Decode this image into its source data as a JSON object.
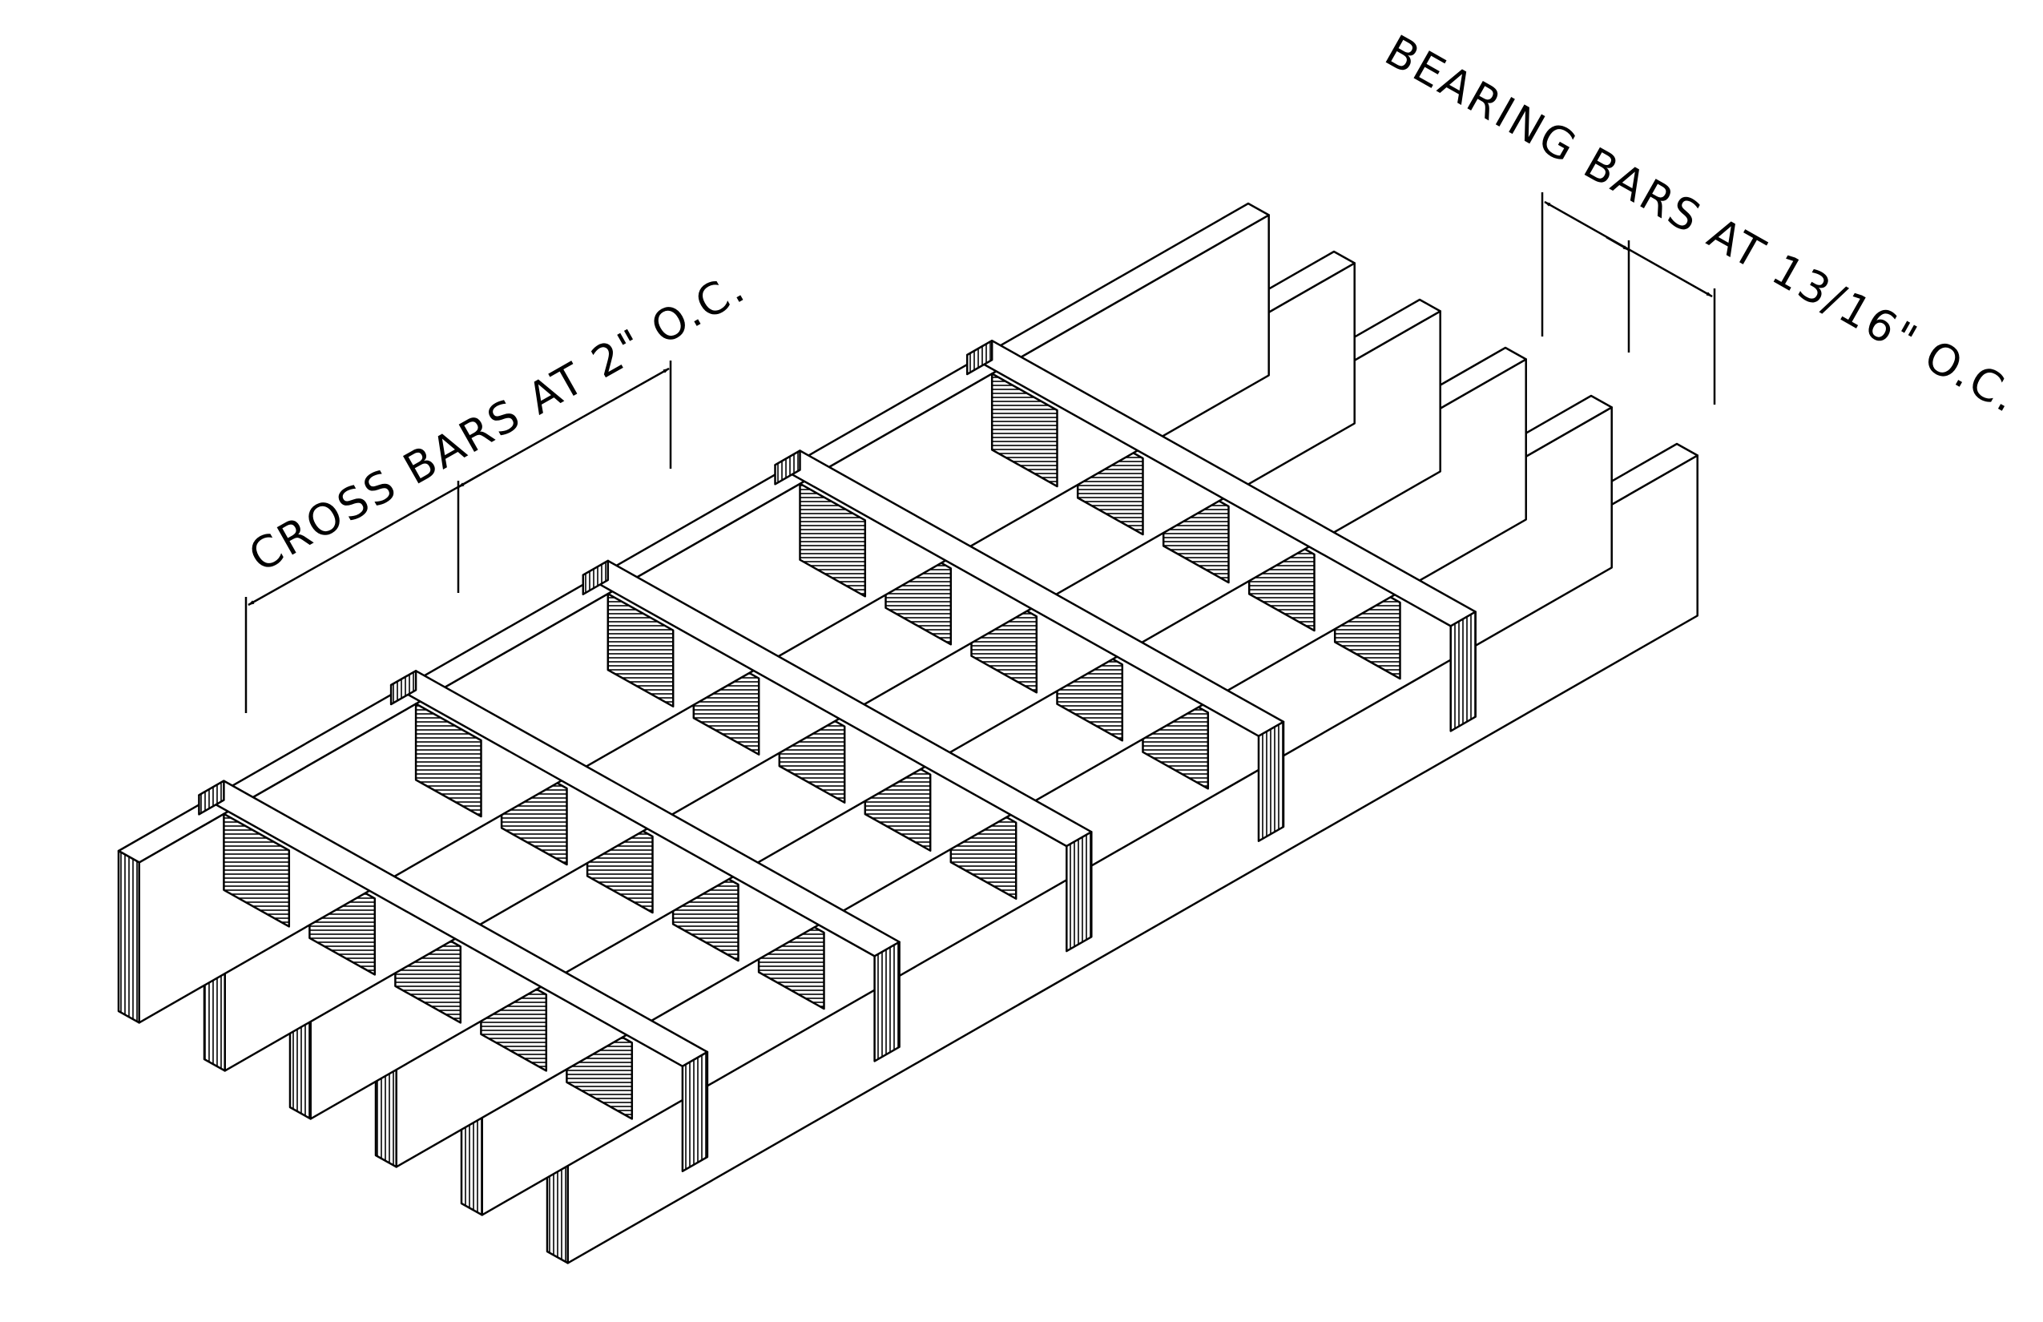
{
  "diagram": {
    "labels": {
      "cross_bars": "CROSS BARS AT 2\" O.C.",
      "bearing_bars": "BEARING BARS AT 13/16\" O.C."
    },
    "bearing_bar_count": 6,
    "cross_bar_count": 5,
    "colors": {
      "line": "#000000",
      "face": "#ffffff",
      "hatch": "#000000"
    }
  }
}
